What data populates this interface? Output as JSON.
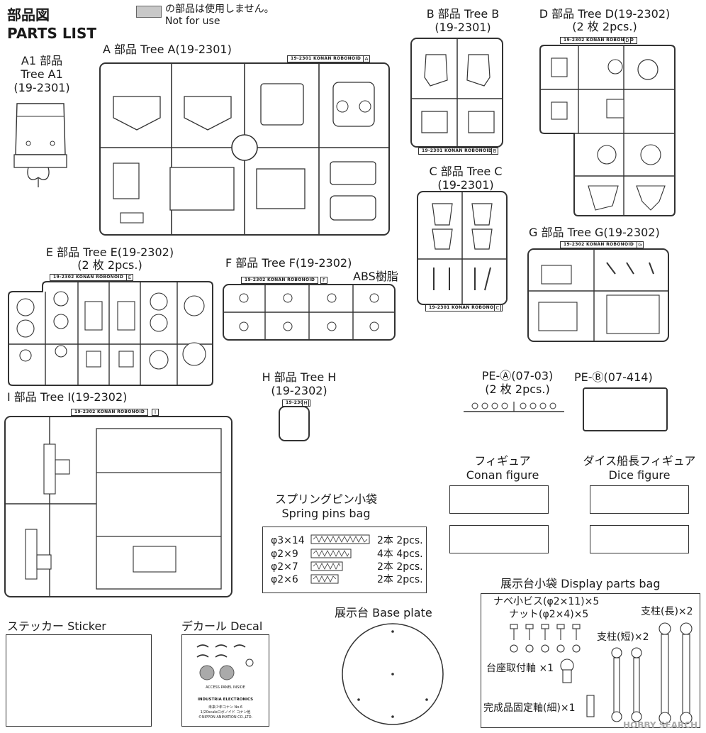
{
  "header": {
    "title_jp": "部品図",
    "title_en": "PARTS LIST",
    "legend_jp": "の部品は使用しません。",
    "legend_en": "Not for use"
  },
  "trees": {
    "a1": {
      "line1": "A1 部品",
      "line2": "Tree A1",
      "line3": "(19-2301)"
    },
    "a": {
      "label": "A 部品 Tree A(19-2301)",
      "tag": "19-2301 KONAN ROBONOID",
      "letter": "A"
    },
    "b": {
      "line1": "B 部品 Tree B",
      "line2": "(19-2301)",
      "tag": "19-2301 KONAN ROBONOID",
      "letter": "B"
    },
    "c": {
      "line1": "C 部品 Tree C",
      "line2": "(19-2301)",
      "tag": "19-2301 KONAN ROBONOID",
      "letter": "C"
    },
    "d": {
      "line1": "D 部品 Tree D(19-2302)",
      "line2": "(2 枚 2pcs.)",
      "tag": "19-2302 KONAN ROBONOID",
      "letter": "D"
    },
    "e": {
      "line1": "E 部品 Tree E(19-2302)",
      "line2": "(2 枚 2pcs.)",
      "tag": "19-2302 KONAN ROBONOID",
      "letter": "E"
    },
    "f": {
      "line1": "F 部品 Tree F(19-2302)",
      "line2": "ABS樹脂",
      "tag": "19-2302 KONAN ROBONOID",
      "letter": "F"
    },
    "g": {
      "line1": "G 部品 Tree G(19-2302)",
      "tag": "19-2302 KONAN ROBONOID",
      "letter": "G"
    },
    "h": {
      "line1": "H 部品 Tree H",
      "line2": "(19-2302)",
      "tag": "19-2302",
      "letter": "H"
    },
    "i": {
      "line1": "I 部品 Tree I(19-2302)",
      "tag": "19-2302 KONAN ROBONOID",
      "letter": "I"
    }
  },
  "pe": {
    "a": {
      "line1": "PE-Ⓐ(07-03)",
      "line2": "(2 枚 2pcs.)"
    },
    "b": {
      "line1": "PE-Ⓑ(07-414)"
    }
  },
  "figures": {
    "conan": {
      "jp": "フィギュア",
      "en": "Conan figure"
    },
    "dice": {
      "jp": "ダイス船長フィギュア",
      "en": "Dice figure"
    }
  },
  "spring_pins": {
    "title_jp": "スプリングピン小袋",
    "title_en": "Spring pins bag",
    "rows": [
      {
        "size": "φ3×14",
        "qty": "2本 2pcs."
      },
      {
        "size": "φ2×9",
        "qty": "4本 4pcs."
      },
      {
        "size": "φ2×7",
        "qty": "2本 2pcs."
      },
      {
        "size": "φ2×6",
        "qty": "2本 2pcs."
      }
    ]
  },
  "display_bag": {
    "title": "展示台小袋 Display parts bag",
    "screw": "ナベ小ビス(φ2×11)×5",
    "nut": "ナット(φ2×4)×5",
    "long_post": "支柱(長)×2",
    "short_post": "支柱(短)×2",
    "mount_shaft": "台座取付軸 ×1",
    "fix_shaft": "完成品固定軸(細)×1"
  },
  "sticker": {
    "label": "ステッカー Sticker"
  },
  "decal": {
    "label": "デカール Decal",
    "panel_text": "ACCESS PANEL INSIDE",
    "brand": "INDUSTRIA ELECTRONICS",
    "line1": "未来少年コナン No.6",
    "line2": "1/20scaleロボノイド コナン他",
    "line3": "©NIPPON ANIMATION CO.,LTD."
  },
  "base": {
    "label": "展示台 Base plate"
  },
  "watermark": "HOBBY SEARCH"
}
